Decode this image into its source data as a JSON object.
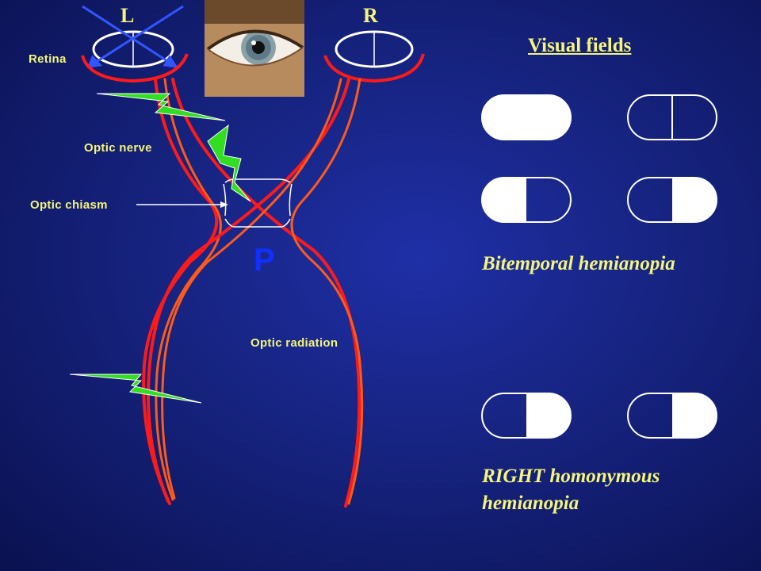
{
  "labels": {
    "left_eye": "L",
    "right_eye": "R",
    "retina": "Retina",
    "optic_nerve": "Optic nerve",
    "optic_chiasm": "Optic chiasm",
    "pituitary": "P",
    "optic_radiation": "Optic radiation"
  },
  "visual_fields": {
    "title": "Visual fields",
    "bitemporal": {
      "caption": "Bitemporal hemianopia",
      "states": [
        {
          "eye": "left",
          "left_half": "white",
          "right_half": "white"
        },
        {
          "eye": "right",
          "left_half": "blue",
          "right_half": "blue"
        },
        {
          "eye": "left",
          "left_half": "white",
          "right_half": "blue"
        },
        {
          "eye": "right",
          "left_half": "blue",
          "right_half": "white"
        }
      ]
    },
    "homonymous": {
      "caption_line1": "RIGHT homonymous",
      "caption_line2": "hemianopia",
      "states": [
        {
          "eye": "left",
          "left_half": "blue",
          "right_half": "white"
        },
        {
          "eye": "right",
          "left_half": "blue",
          "right_half": "white"
        }
      ]
    }
  },
  "colors": {
    "label_yellow": "#f5f57a",
    "pathway_red": "#ff1a1a",
    "pathway_orange": "#ff5a1a",
    "lesion_green": "#33dd22",
    "cross_blue": "#3355ff",
    "pituitary_blue": "#1030ff"
  }
}
